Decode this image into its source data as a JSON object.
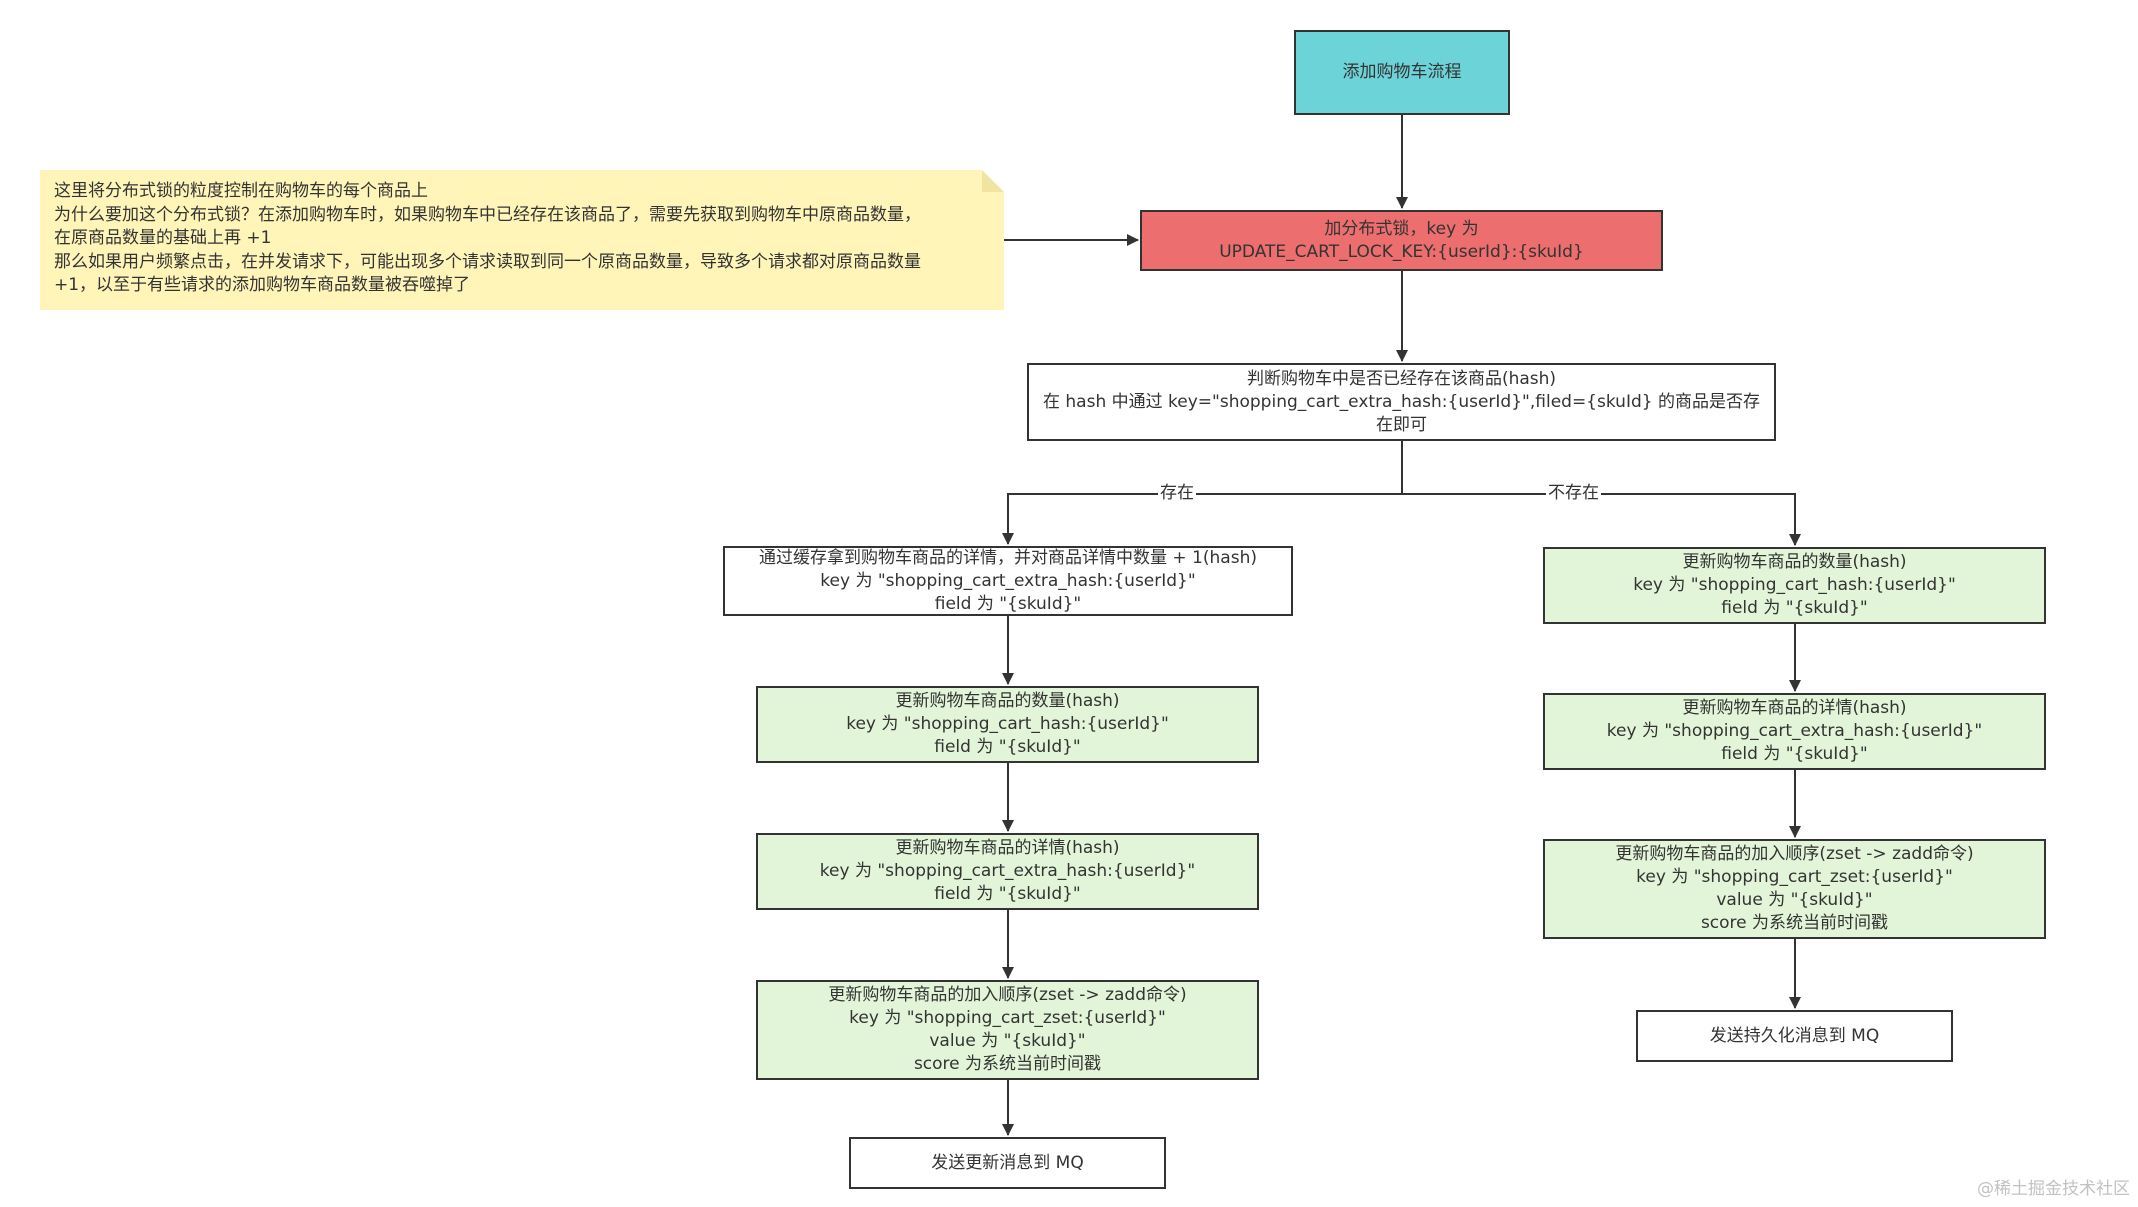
{
  "colors": {
    "title_fill": "#6cd3d9",
    "lock_fill": "#ec6e6e",
    "green_fill": "#e3f5d8",
    "white_fill": "#ffffff",
    "note_fill": "#fff5b8",
    "border": "#333333",
    "line": "#333333"
  },
  "note": {
    "lines": [
      "这里将分布式锁的粒度控制在购物车的每个商品上",
      "为什么要加这个分布式锁？在添加购物车时，如果购物车中已经存在该商品了，需要先获取到购物车中原商品数量，",
      "在原商品数量的基础上再 +1",
      "那么如果用户频繁点击，在并发请求下，可能出现多个请求读取到同一个原商品数量，导致多个请求都对原商品数量",
      "+1，以至于有些请求的添加购物车商品数量被吞噬掉了"
    ]
  },
  "nodes": {
    "start": {
      "lines": [
        "添加购物车流程"
      ]
    },
    "lock": {
      "lines": [
        "加分布式锁，key 为",
        "UPDATE_CART_LOCK_KEY:{userId}:{skuId}"
      ]
    },
    "check": {
      "lines": [
        "判断购物车中是否已经存在该商品(hash)",
        "在 hash 中通过 key=\"shopping_cart_extra_hash:{userId}\",filed={skuId} 的商品是否存",
        "在即可"
      ]
    },
    "exist_detail": {
      "lines": [
        "通过缓存拿到购物车商品的详情，并对商品详情中数量 + 1(hash)",
        "key 为 \"shopping_cart_extra_hash:{userId}\"",
        "field 为 \"{skuId}\""
      ]
    },
    "exist_count": {
      "lines": [
        "更新购物车商品的数量(hash)",
        "key 为 \"shopping_cart_hash:{userId}\"",
        "field 为 \"{skuId}\""
      ]
    },
    "exist_update_detail": {
      "lines": [
        "更新购物车商品的详情(hash)",
        "key 为 \"shopping_cart_extra_hash:{userId}\"",
        "field 为 \"{skuId}\""
      ]
    },
    "exist_order": {
      "lines": [
        "更新购物车商品的加入顺序(zset -> zadd命令)",
        "key 为 \"shopping_cart_zset:{userId}\"",
        "value 为 \"{skuId}\"",
        "score 为系统当前时间戳"
      ]
    },
    "exist_mq": {
      "lines": [
        "发送更新消息到 MQ"
      ]
    },
    "new_count": {
      "lines": [
        "更新购物车商品的数量(hash)",
        "key 为 \"shopping_cart_hash:{userId}\"",
        "field 为 \"{skuId}\""
      ]
    },
    "new_detail": {
      "lines": [
        "更新购物车商品的详情(hash)",
        "key 为 \"shopping_cart_extra_hash:{userId}\"",
        "field 为 \"{skuId}\""
      ]
    },
    "new_order": {
      "lines": [
        "更新购物车商品的加入顺序(zset -> zadd命令)",
        "key 为 \"shopping_cart_zset:{userId}\"",
        "value 为 \"{skuId}\"",
        "score 为系统当前时间戳"
      ]
    },
    "new_mq": {
      "lines": [
        "发送持久化消息到 MQ"
      ]
    }
  },
  "edge_labels": {
    "exist": "存在",
    "not_exist": "不存在"
  },
  "watermark": "@稀土掘金技术社区"
}
